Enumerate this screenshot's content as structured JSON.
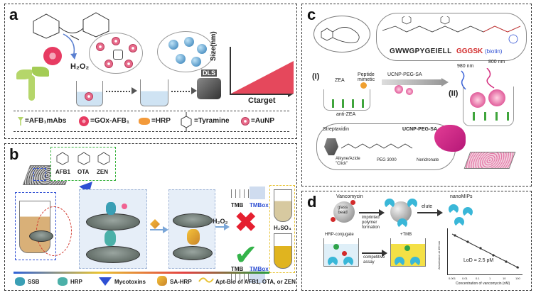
{
  "panel_a": {
    "label": "a",
    "reagent": "H₂O₂",
    "dls": "DLS",
    "ylabel": "Size(nm)",
    "xlabel": "Ctarget",
    "legend": [
      {
        "label": "=AFB₁mAbs"
      },
      {
        "label": "=GOx-AFB₁"
      },
      {
        "label": "=HRP"
      },
      {
        "label": "=Tyramine"
      },
      {
        "label": "=AuNP"
      }
    ]
  },
  "panel_b": {
    "label": "b",
    "toxins": [
      "AFB1",
      "OTA",
      "ZEN"
    ],
    "reagent": "H₂O₂",
    "stop": "H₂SO₄",
    "tmb": "TMB",
    "tmbox": "TMBox",
    "legend": [
      {
        "label": "SSB"
      },
      {
        "label": "HRP"
      },
      {
        "label": "Mycotoxins"
      },
      {
        "label": "SA-HRP"
      },
      {
        "label": "Apt-Bio of AFB1, OTA, or ZEN"
      }
    ]
  },
  "panel_c": {
    "label": "c",
    "peptide_seq": "GWWGPYGEIELL",
    "peptide_seq_red": "GGGSK",
    "biotin": "(biotin)",
    "step1": "(I)",
    "step2": "(II)",
    "zea": "ZEA",
    "peptide": "Peptide\nmimetic",
    "anti": "anti-ZEA",
    "reagent": "UCNP-PEG-SA",
    "wl1": "980 nm",
    "wl2": "800 nm",
    "box_title": "UCNP-PEG-SA",
    "strep": "Streptavidin",
    "alk": "Alkyne/Azide\n\"Click\"",
    "peg": "PEG 3000",
    "neri": "Neridronate"
  },
  "panel_d": {
    "label": "d",
    "vanco": "Vancomycin",
    "bead": "glass\nbead",
    "imprint": "imprinted\npolymer\nformation",
    "elute": "elute",
    "nanomips": "nanoMIPs",
    "hrp": "HRP-conjugate",
    "comp": "competitive\nassay",
    "tmb": "+TMB",
    "lod": "LoD = 2.5 pM",
    "plot_ylabel": "Absorbance at 450 nm",
    "plot_xlabel": "Concentration of vancomycin (nM)",
    "plot_xticks": [
      "0.001",
      "0.01",
      "0.1",
      "1",
      "10",
      "100"
    ]
  },
  "colors": {
    "red": "#e52030",
    "green": "#34b34a",
    "blue": "#2e4fd3",
    "pink": "#e73b62"
  }
}
